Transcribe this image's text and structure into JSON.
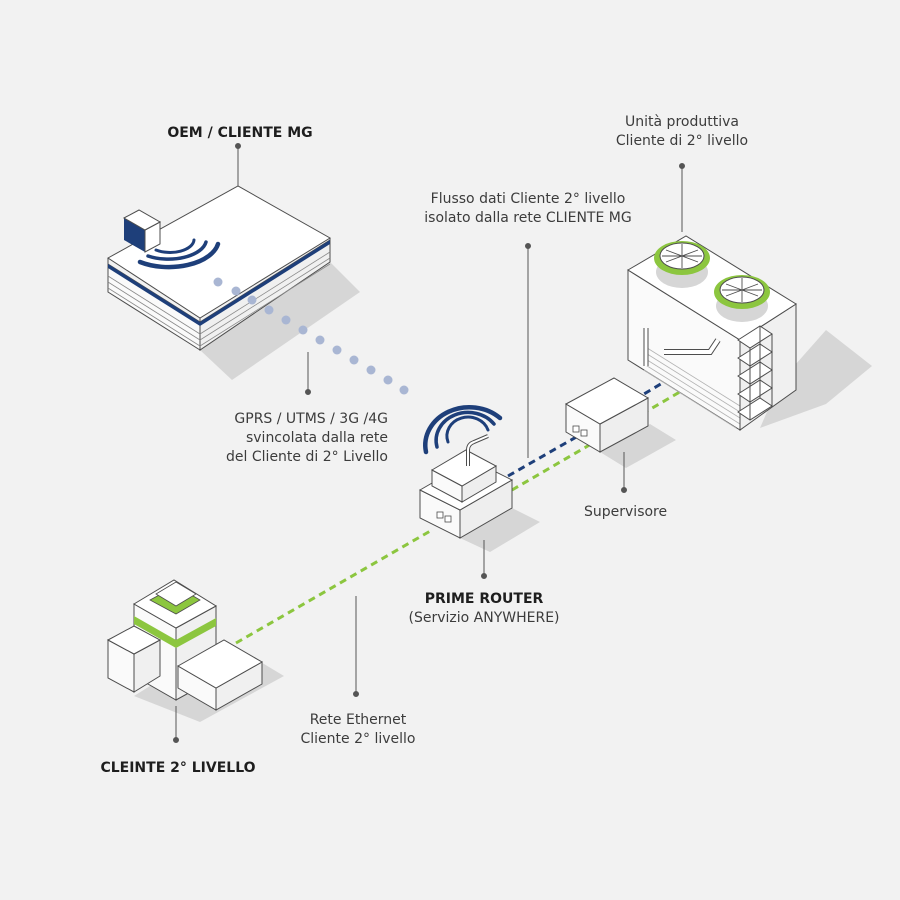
{
  "colors": {
    "navy": "#1e3f7a",
    "green": "#8cc63f",
    "wireless_dots": "#a9b6d3",
    "outline": "#4d4d4d",
    "shadow": "#d6d6d6",
    "background": "#f2f2f2",
    "leader": "#555555"
  },
  "nodes": {
    "oem": {
      "title": "OEM / CLIENTE MG",
      "icon": "office-building-icon"
    },
    "production_unit": {
      "line1": "Unità produttiva",
      "line2": "Cliente di 2° livello",
      "icon": "cooling-tower-icon"
    },
    "router": {
      "title": "PRIME ROUTER",
      "subtitle": "(Servizio ANYWHERE)",
      "icon": "router-icon"
    },
    "supervisor": {
      "label": "Supervisore",
      "icon": "supervisor-box-icon"
    },
    "client": {
      "title": "CLEINTE 2° LIVELLO",
      "icon": "client-buildings-icon"
    }
  },
  "links": {
    "data_flow": {
      "line1": "Flusso dati Cliente 2° livello",
      "line2": "isolato dalla rete CLIENTE MG"
    },
    "wireless": {
      "line1": "GPRS / UTMS / 3G /4G",
      "line2": "svincolata dalla rete",
      "line3": "del Cliente di 2° Livello"
    },
    "ethernet": {
      "line1": "Rete Ethernet",
      "line2": "Cliente 2° livello"
    }
  }
}
